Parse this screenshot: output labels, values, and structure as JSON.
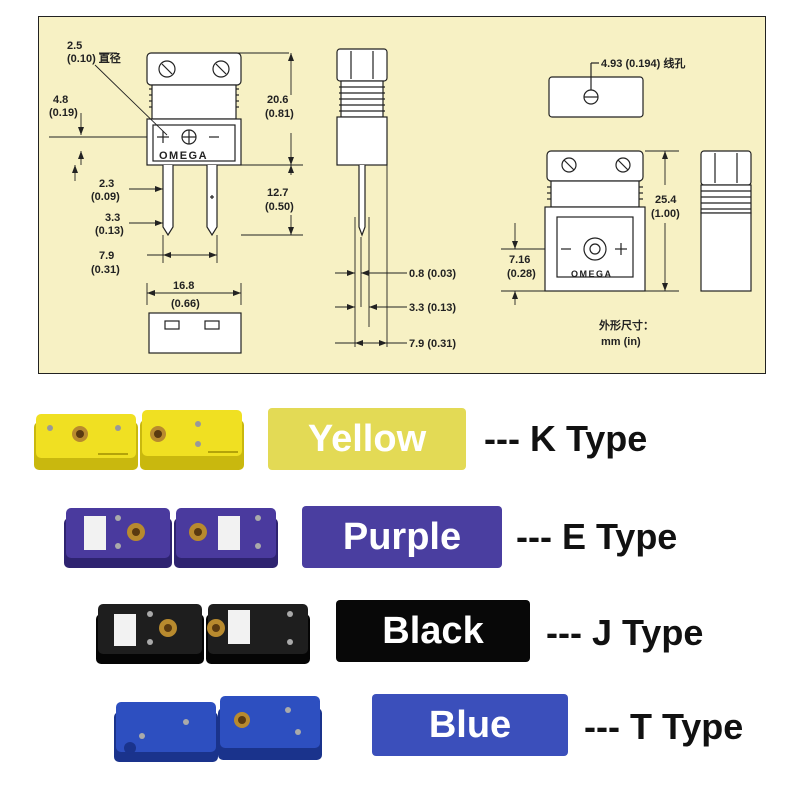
{
  "drawing": {
    "labels": {
      "pin_diameter": "2.5",
      "pin_diameter_in": "(0.10) 直径",
      "edge_offset": "4.8",
      "edge_offset_in": "(0.19)",
      "height": "20.6",
      "height_in": "(0.81)",
      "pin_gap": "2.3",
      "pin_gap_in": "(0.09)",
      "pin_spacing": "3.3",
      "pin_spacing_in": "(0.13)",
      "pin_length": "12.7",
      "pin_length_in": "(0.50)",
      "pin_pitch": "7.9",
      "pin_pitch_in": "(0.31)",
      "width": "16.8",
      "width_in": "(0.66)",
      "side_thin": "0.8 (0.03)",
      "side_mid": "3.3 (0.13)",
      "side_wide": "7.9 (0.31)",
      "wire_hole": "4.93 (0.194) 线孔",
      "female_height": "25.4",
      "female_height_in": "(1.00)",
      "female_offset": "7.16",
      "female_offset_in": "(0.28)",
      "units_line1": "外形尺寸：",
      "units_line2": "mm (in)",
      "brand": "OMEGA",
      "brand_small": "OMEGA"
    }
  },
  "types": [
    {
      "color_name": "Yellow",
      "type_label": "--- K Type",
      "badge_color": "#e3da55",
      "body_color": "#f0e022",
      "body_dark": "#c9b80e"
    },
    {
      "color_name": "Purple",
      "type_label": "--- E Type",
      "badge_color": "#4a3ea0",
      "body_color": "#4a3a9e",
      "body_dark": "#2e2370"
    },
    {
      "color_name": "Black",
      "type_label": "--- J Type",
      "badge_color": "#080808",
      "body_color": "#1e1e1e",
      "body_dark": "#050505"
    },
    {
      "color_name": "Blue",
      "type_label": "--- T Type",
      "badge_color": "#3b4fbb",
      "body_color": "#2d4fc0",
      "body_dark": "#1a338c"
    }
  ]
}
